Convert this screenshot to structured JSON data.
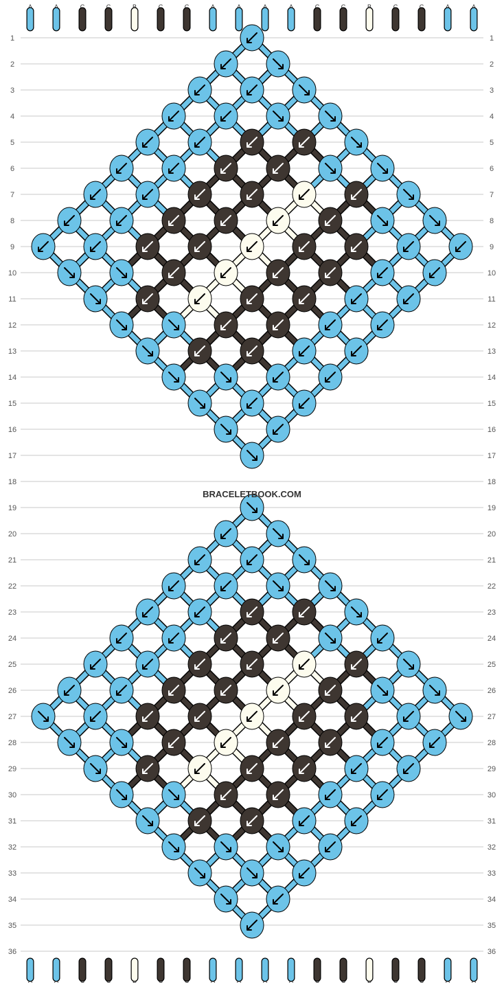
{
  "colors": {
    "A": "#6cc3e8",
    "B": "#fdfcee",
    "C": "#3e3631"
  },
  "watermark": "BRACELETBOOK.COM",
  "strings": [
    "A",
    "A",
    "C",
    "C",
    "B",
    "C",
    "C",
    "A",
    "A",
    "A",
    "A",
    "C",
    "C",
    "B",
    "C",
    "C",
    "A",
    "A"
  ],
  "rows": [
    "1",
    "2",
    "3",
    "4",
    "5",
    "6",
    "7",
    "8",
    "9",
    "10",
    "11",
    "12",
    "13",
    "14",
    "15",
    "16",
    "17",
    "18",
    "19",
    "20",
    "21",
    "22",
    "23",
    "24",
    "25",
    "26",
    "27",
    "28",
    "29",
    "30",
    "31",
    "32",
    "33",
    "34",
    "35",
    "36"
  ],
  "knots": [
    {
      "r": 1,
      "c": 9,
      "col": "A",
      "d": "L"
    },
    {
      "r": 2,
      "c": 8,
      "col": "A",
      "d": "L"
    },
    {
      "r": 2,
      "c": 10,
      "col": "A",
      "d": "R"
    },
    {
      "r": 3,
      "c": 7,
      "col": "A",
      "d": "L"
    },
    {
      "r": 3,
      "c": 9,
      "col": "A",
      "d": "L"
    },
    {
      "r": 3,
      "c": 11,
      "col": "A",
      "d": "R"
    },
    {
      "r": 4,
      "c": 6,
      "col": "A",
      "d": "L"
    },
    {
      "r": 4,
      "c": 8,
      "col": "A",
      "d": "L"
    },
    {
      "r": 4,
      "c": 10,
      "col": "A",
      "d": "R"
    },
    {
      "r": 4,
      "c": 12,
      "col": "A",
      "d": "R"
    },
    {
      "r": 5,
      "c": 5,
      "col": "A",
      "d": "L"
    },
    {
      "r": 5,
      "c": 7,
      "col": "A",
      "d": "L"
    },
    {
      "r": 5,
      "c": 9,
      "col": "C",
      "d": "L"
    },
    {
      "r": 5,
      "c": 11,
      "col": "C",
      "d": "L"
    },
    {
      "r": 5,
      "c": 13,
      "col": "A",
      "d": "R"
    },
    {
      "r": 6,
      "c": 4,
      "col": "A",
      "d": "L"
    },
    {
      "r": 6,
      "c": 6,
      "col": "A",
      "d": "L"
    },
    {
      "r": 6,
      "c": 8,
      "col": "C",
      "d": "L"
    },
    {
      "r": 6,
      "c": 10,
      "col": "C",
      "d": "L"
    },
    {
      "r": 6,
      "c": 12,
      "col": "A",
      "d": "R"
    },
    {
      "r": 6,
      "c": 14,
      "col": "A",
      "d": "R"
    },
    {
      "r": 7,
      "c": 3,
      "col": "A",
      "d": "L"
    },
    {
      "r": 7,
      "c": 5,
      "col": "A",
      "d": "L"
    },
    {
      "r": 7,
      "c": 7,
      "col": "C",
      "d": "L"
    },
    {
      "r": 7,
      "c": 9,
      "col": "C",
      "d": "L"
    },
    {
      "r": 7,
      "c": 11,
      "col": "B",
      "d": "L"
    },
    {
      "r": 7,
      "c": 13,
      "col": "C",
      "d": "L"
    },
    {
      "r": 7,
      "c": 15,
      "col": "A",
      "d": "R"
    },
    {
      "r": 8,
      "c": 2,
      "col": "A",
      "d": "L"
    },
    {
      "r": 8,
      "c": 4,
      "col": "A",
      "d": "L"
    },
    {
      "r": 8,
      "c": 6,
      "col": "C",
      "d": "L"
    },
    {
      "r": 8,
      "c": 8,
      "col": "C",
      "d": "L"
    },
    {
      "r": 8,
      "c": 10,
      "col": "B",
      "d": "L"
    },
    {
      "r": 8,
      "c": 12,
      "col": "C",
      "d": "L"
    },
    {
      "r": 8,
      "c": 14,
      "col": "A",
      "d": "R"
    },
    {
      "r": 8,
      "c": 16,
      "col": "A",
      "d": "R"
    },
    {
      "r": 9,
      "c": 1,
      "col": "A",
      "d": "L"
    },
    {
      "r": 9,
      "c": 3,
      "col": "A",
      "d": "L"
    },
    {
      "r": 9,
      "c": 5,
      "col": "C",
      "d": "L"
    },
    {
      "r": 9,
      "c": 7,
      "col": "C",
      "d": "L"
    },
    {
      "r": 9,
      "c": 9,
      "col": "B",
      "d": "L"
    },
    {
      "r": 9,
      "c": 11,
      "col": "C",
      "d": "L"
    },
    {
      "r": 9,
      "c": 13,
      "col": "C",
      "d": "L"
    },
    {
      "r": 9,
      "c": 15,
      "col": "A",
      "d": "L"
    },
    {
      "r": 9,
      "c": 17,
      "col": "A",
      "d": "L"
    },
    {
      "r": 10,
      "c": 2,
      "col": "A",
      "d": "R"
    },
    {
      "r": 10,
      "c": 4,
      "col": "A",
      "d": "R"
    },
    {
      "r": 10,
      "c": 6,
      "col": "C",
      "d": "L"
    },
    {
      "r": 10,
      "c": 8,
      "col": "B",
      "d": "L"
    },
    {
      "r": 10,
      "c": 10,
      "col": "C",
      "d": "L"
    },
    {
      "r": 10,
      "c": 12,
      "col": "C",
      "d": "L"
    },
    {
      "r": 10,
      "c": 14,
      "col": "A",
      "d": "L"
    },
    {
      "r": 10,
      "c": 16,
      "col": "A",
      "d": "L"
    },
    {
      "r": 11,
      "c": 3,
      "col": "A",
      "d": "R"
    },
    {
      "r": 11,
      "c": 5,
      "col": "C",
      "d": "L"
    },
    {
      "r": 11,
      "c": 7,
      "col": "B",
      "d": "L"
    },
    {
      "r": 11,
      "c": 9,
      "col": "C",
      "d": "L"
    },
    {
      "r": 11,
      "c": 11,
      "col": "C",
      "d": "L"
    },
    {
      "r": 11,
      "c": 13,
      "col": "A",
      "d": "L"
    },
    {
      "r": 11,
      "c": 15,
      "col": "A",
      "d": "L"
    },
    {
      "r": 12,
      "c": 4,
      "col": "A",
      "d": "R"
    },
    {
      "r": 12,
      "c": 6,
      "col": "A",
      "d": "R"
    },
    {
      "r": 12,
      "c": 8,
      "col": "C",
      "d": "L"
    },
    {
      "r": 12,
      "c": 10,
      "col": "C",
      "d": "L"
    },
    {
      "r": 12,
      "c": 12,
      "col": "A",
      "d": "L"
    },
    {
      "r": 12,
      "c": 14,
      "col": "A",
      "d": "L"
    },
    {
      "r": 13,
      "c": 5,
      "col": "A",
      "d": "R"
    },
    {
      "r": 13,
      "c": 7,
      "col": "C",
      "d": "L"
    },
    {
      "r": 13,
      "c": 9,
      "col": "C",
      "d": "L"
    },
    {
      "r": 13,
      "c": 11,
      "col": "A",
      "d": "L"
    },
    {
      "r": 13,
      "c": 13,
      "col": "A",
      "d": "L"
    },
    {
      "r": 14,
      "c": 6,
      "col": "A",
      "d": "R"
    },
    {
      "r": 14,
      "c": 8,
      "col": "A",
      "d": "R"
    },
    {
      "r": 14,
      "c": 10,
      "col": "A",
      "d": "L"
    },
    {
      "r": 14,
      "c": 12,
      "col": "A",
      "d": "L"
    },
    {
      "r": 15,
      "c": 7,
      "col": "A",
      "d": "R"
    },
    {
      "r": 15,
      "c": 9,
      "col": "A",
      "d": "L"
    },
    {
      "r": 15,
      "c": 11,
      "col": "A",
      "d": "L"
    },
    {
      "r": 16,
      "c": 8,
      "col": "A",
      "d": "R"
    },
    {
      "r": 16,
      "c": 10,
      "col": "A",
      "d": "L"
    },
    {
      "r": 17,
      "c": 9,
      "col": "A",
      "d": "R"
    },
    {
      "r": 19,
      "c": 9,
      "col": "A",
      "d": "R"
    },
    {
      "r": 20,
      "c": 8,
      "col": "A",
      "d": "L"
    },
    {
      "r": 20,
      "c": 10,
      "col": "A",
      "d": "R"
    },
    {
      "r": 21,
      "c": 7,
      "col": "A",
      "d": "L"
    },
    {
      "r": 21,
      "c": 9,
      "col": "A",
      "d": "L"
    },
    {
      "r": 21,
      "c": 11,
      "col": "A",
      "d": "R"
    },
    {
      "r": 22,
      "c": 6,
      "col": "A",
      "d": "L"
    },
    {
      "r": 22,
      "c": 8,
      "col": "A",
      "d": "L"
    },
    {
      "r": 22,
      "c": 10,
      "col": "A",
      "d": "R"
    },
    {
      "r": 22,
      "c": 12,
      "col": "A",
      "d": "R"
    },
    {
      "r": 23,
      "c": 5,
      "col": "A",
      "d": "L"
    },
    {
      "r": 23,
      "c": 7,
      "col": "A",
      "d": "L"
    },
    {
      "r": 23,
      "c": 9,
      "col": "C",
      "d": "L"
    },
    {
      "r": 23,
      "c": 11,
      "col": "C",
      "d": "L"
    },
    {
      "r": 23,
      "c": 13,
      "col": "A",
      "d": "R"
    },
    {
      "r": 24,
      "c": 4,
      "col": "A",
      "d": "L"
    },
    {
      "r": 24,
      "c": 6,
      "col": "A",
      "d": "L"
    },
    {
      "r": 24,
      "c": 8,
      "col": "C",
      "d": "L"
    },
    {
      "r": 24,
      "c": 10,
      "col": "C",
      "d": "L"
    },
    {
      "r": 24,
      "c": 12,
      "col": "A",
      "d": "R"
    },
    {
      "r": 24,
      "c": 14,
      "col": "A",
      "d": "L"
    },
    {
      "r": 25,
      "c": 3,
      "col": "A",
      "d": "L"
    },
    {
      "r": 25,
      "c": 5,
      "col": "A",
      "d": "L"
    },
    {
      "r": 25,
      "c": 7,
      "col": "C",
      "d": "L"
    },
    {
      "r": 25,
      "c": 9,
      "col": "C",
      "d": "L"
    },
    {
      "r": 25,
      "c": 11,
      "col": "B",
      "d": "L"
    },
    {
      "r": 25,
      "c": 13,
      "col": "C",
      "d": "L"
    },
    {
      "r": 25,
      "c": 15,
      "col": "A",
      "d": "R"
    },
    {
      "r": 26,
      "c": 2,
      "col": "A",
      "d": "L"
    },
    {
      "r": 26,
      "c": 4,
      "col": "A",
      "d": "L"
    },
    {
      "r": 26,
      "c": 6,
      "col": "C",
      "d": "L"
    },
    {
      "r": 26,
      "c": 8,
      "col": "C",
      "d": "L"
    },
    {
      "r": 26,
      "c": 10,
      "col": "B",
      "d": "L"
    },
    {
      "r": 26,
      "c": 12,
      "col": "C",
      "d": "L"
    },
    {
      "r": 26,
      "c": 14,
      "col": "A",
      "d": "R"
    },
    {
      "r": 26,
      "c": 16,
      "col": "A",
      "d": "R"
    },
    {
      "r": 27,
      "c": 1,
      "col": "A",
      "d": "R"
    },
    {
      "r": 27,
      "c": 3,
      "col": "A",
      "d": "L"
    },
    {
      "r": 27,
      "c": 5,
      "col": "C",
      "d": "L"
    },
    {
      "r": 27,
      "c": 7,
      "col": "C",
      "d": "L"
    },
    {
      "r": 27,
      "c": 9,
      "col": "B",
      "d": "L"
    },
    {
      "r": 27,
      "c": 11,
      "col": "C",
      "d": "L"
    },
    {
      "r": 27,
      "c": 13,
      "col": "C",
      "d": "L"
    },
    {
      "r": 27,
      "c": 15,
      "col": "A",
      "d": "L"
    },
    {
      "r": 27,
      "c": 17,
      "col": "A",
      "d": "R"
    },
    {
      "r": 28,
      "c": 2,
      "col": "A",
      "d": "R"
    },
    {
      "r": 28,
      "c": 4,
      "col": "A",
      "d": "R"
    },
    {
      "r": 28,
      "c": 6,
      "col": "C",
      "d": "L"
    },
    {
      "r": 28,
      "c": 8,
      "col": "B",
      "d": "L"
    },
    {
      "r": 28,
      "c": 10,
      "col": "C",
      "d": "L"
    },
    {
      "r": 28,
      "c": 12,
      "col": "C",
      "d": "L"
    },
    {
      "r": 28,
      "c": 14,
      "col": "A",
      "d": "L"
    },
    {
      "r": 28,
      "c": 16,
      "col": "A",
      "d": "L"
    },
    {
      "r": 29,
      "c": 3,
      "col": "A",
      "d": "R"
    },
    {
      "r": 29,
      "c": 5,
      "col": "C",
      "d": "L"
    },
    {
      "r": 29,
      "c": 7,
      "col": "B",
      "d": "L"
    },
    {
      "r": 29,
      "c": 9,
      "col": "C",
      "d": "L"
    },
    {
      "r": 29,
      "c": 11,
      "col": "C",
      "d": "L"
    },
    {
      "r": 29,
      "c": 13,
      "col": "A",
      "d": "L"
    },
    {
      "r": 29,
      "c": 15,
      "col": "A",
      "d": "L"
    },
    {
      "r": 30,
      "c": 4,
      "col": "A",
      "d": "R"
    },
    {
      "r": 30,
      "c": 6,
      "col": "A",
      "d": "R"
    },
    {
      "r": 30,
      "c": 8,
      "col": "C",
      "d": "L"
    },
    {
      "r": 30,
      "c": 10,
      "col": "C",
      "d": "L"
    },
    {
      "r": 30,
      "c": 12,
      "col": "A",
      "d": "L"
    },
    {
      "r": 30,
      "c": 14,
      "col": "A",
      "d": "L"
    },
    {
      "r": 31,
      "c": 5,
      "col": "A",
      "d": "R"
    },
    {
      "r": 31,
      "c": 7,
      "col": "C",
      "d": "L"
    },
    {
      "r": 31,
      "c": 9,
      "col": "C",
      "d": "L"
    },
    {
      "r": 31,
      "c": 11,
      "col": "A",
      "d": "L"
    },
    {
      "r": 31,
      "c": 13,
      "col": "A",
      "d": "L"
    },
    {
      "r": 32,
      "c": 6,
      "col": "A",
      "d": "R"
    },
    {
      "r": 32,
      "c": 8,
      "col": "A",
      "d": "R"
    },
    {
      "r": 32,
      "c": 10,
      "col": "A",
      "d": "R"
    },
    {
      "r": 32,
      "c": 12,
      "col": "A",
      "d": "L"
    },
    {
      "r": 33,
      "c": 7,
      "col": "A",
      "d": "R"
    },
    {
      "r": 33,
      "c": 9,
      "col": "A",
      "d": "R"
    },
    {
      "r": 33,
      "c": 11,
      "col": "A",
      "d": "L"
    },
    {
      "r": 34,
      "c": 8,
      "col": "A",
      "d": "R"
    },
    {
      "r": 34,
      "c": 10,
      "col": "A",
      "d": "L"
    },
    {
      "r": 35,
      "c": 9,
      "col": "A",
      "d": "L"
    }
  ]
}
